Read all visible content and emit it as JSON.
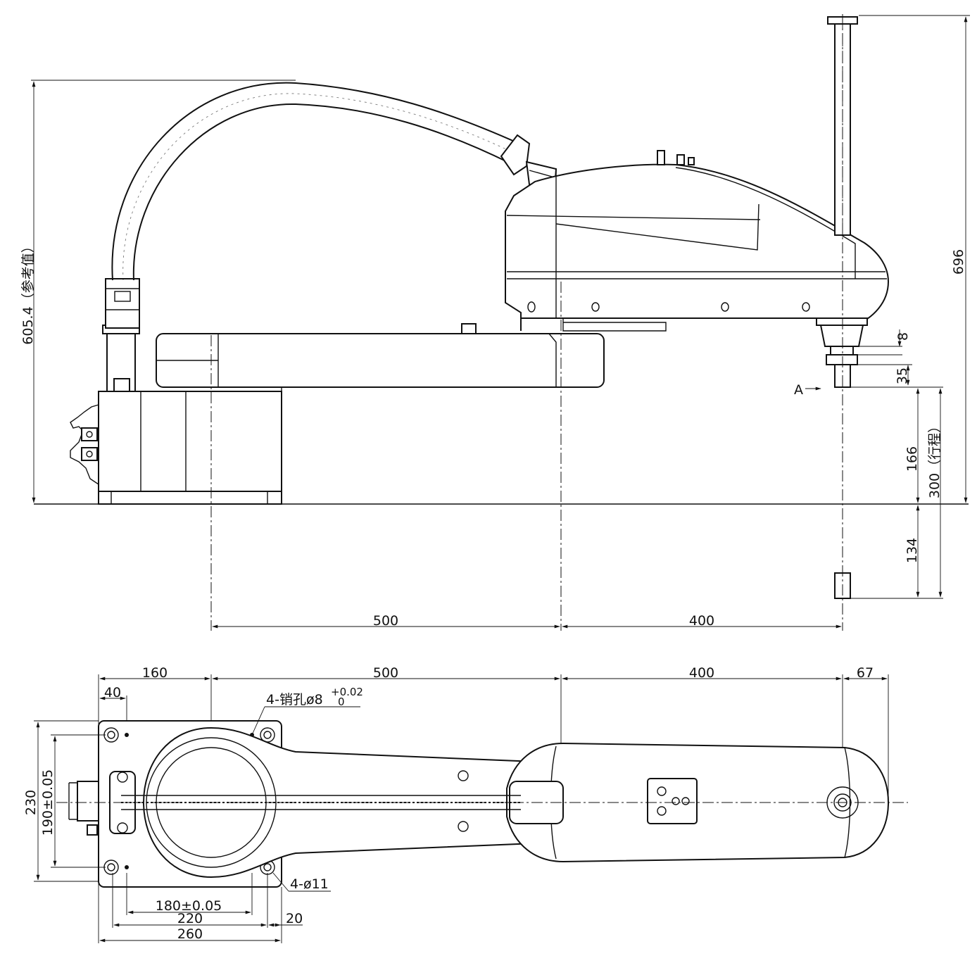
{
  "side_view": {
    "dim_total_height": "605.4（参考值）",
    "dim_right_height": "696",
    "dim_flange": "8",
    "dim_shaft": "35",
    "dim_stroke_above": "166",
    "dim_stroke_total": "300（行程）",
    "dim_stroke_below": "134",
    "arrow_label": "A",
    "dim_arm1": "500",
    "dim_arm2": "400"
  },
  "top_view": {
    "dim_base": "160",
    "dim_arm1": "500",
    "dim_arm2": "400",
    "dim_tip": "67",
    "dim_edge": "40",
    "pin_hole_label": "4-销孔ø8",
    "pin_tol_upper": "+0.02",
    "pin_tol_lower": "0",
    "dim_width": "230",
    "dim_hole_spacing_v": "190±0.05",
    "mount_hole_label": "4-ø11",
    "dim_hole_spacing_h": "180±0.05",
    "dim_220": "220",
    "dim_20": "20",
    "dim_260": "260"
  }
}
